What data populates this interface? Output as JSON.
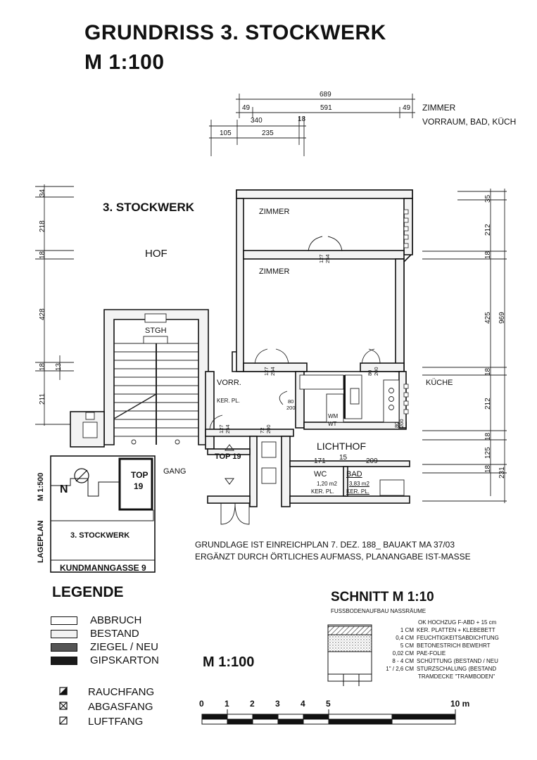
{
  "title": {
    "line1": "GRUNDRISS   3. STOCKWERK",
    "line2": "M 1:100"
  },
  "top_dims": {
    "d689": "689",
    "d49a": "49",
    "d591": "591",
    "d49b": "49",
    "d340": "340",
    "d18": "18",
    "d105": "105",
    "d235": "235"
  },
  "top_note": {
    "line1": "ZIMMER",
    "line2": "VORRAUM, BAD, KÜCH"
  },
  "left_dims": {
    "d34": "34",
    "d218": "218",
    "d18a": "18",
    "d428": "428",
    "d18b": "18",
    "d13": "13",
    "d211": "211"
  },
  "right_dims": {
    "d35": "35",
    "d212a": "212",
    "d18a": "18",
    "d425": "425",
    "d969": "969",
    "d18b": "18",
    "d212b": "212",
    "d18c": "18",
    "d125": "125",
    "d18d": "18",
    "d231": "231"
  },
  "rooms": {
    "floor": "3. STOCKWERK",
    "hof": "HOF",
    "zimmer1": "ZIMMER",
    "zimmer2": "ZIMMER",
    "stgh": "STGH",
    "vorr": "VORR.",
    "kerpl": "KER. PL.",
    "kueche": "KÜCHE",
    "wm": "WM",
    "wt": "WT",
    "lichthof": "LICHTHOF",
    "top19": "TOP 19",
    "gang": "GANG",
    "wc": "WC",
    "wc_area": "1,20 m2",
    "wc_floor": "KER. PL.",
    "bad": "BAD",
    "bad_area": "3,83 m2",
    "bad_floor": "KER. PL."
  },
  "door_dims": {
    "a1": "127",
    "a2": "254",
    "b1": "127",
    "b2": "254",
    "c1": "80",
    "c2": "200",
    "d1": "80",
    "d2": "200",
    "e1": "127",
    "e2": "254",
    "f1": "72",
    "f2": "200",
    "g1": "80",
    "g2": "200"
  },
  "inner_dims": {
    "d171": "171",
    "d15": "15",
    "d209": "209"
  },
  "site_plan": {
    "scale": "M 1:500",
    "n": "N",
    "top": "TOP",
    "top_no": "19",
    "floor": "3. STOCKWERK",
    "label": "LAGEPLAN",
    "street": "KUNDMANNGASSE 9"
  },
  "notes": {
    "line1": "GRUNDLAGE  IST EINREICHPLAN 7. DEZ. 188_  BAUAKT MA 37/03",
    "line2": "ERGÄNZT DURCH ÖRTLICHES AUFMASS, PLANANGABE IST-MASSE"
  },
  "legend": {
    "title": "LEGENDE",
    "items": [
      {
        "label": "ABBRUCH",
        "fill": "#ffffff"
      },
      {
        "label": "BESTAND",
        "fill": "#f2f2f2"
      },
      {
        "label": "ZIEGEL / NEU",
        "fill": "#555555"
      },
      {
        "label": "GIPSKARTON",
        "fill": "#1a1a1a"
      }
    ],
    "symbols": [
      {
        "label": "RAUCHFANG",
        "icon": "half-filled-square"
      },
      {
        "label": "ABGASFANG",
        "icon": "crossed-square"
      },
      {
        "label": "LUFTFANG",
        "icon": "diagonal-square"
      }
    ]
  },
  "scale_label": "M 1:100",
  "scale_bar": {
    "t0": "0",
    "t1": "1",
    "t2": "2",
    "t3": "3",
    "t4": "4",
    "t5": "5",
    "t10": "10 m"
  },
  "section": {
    "title": "SCHNITT  M 1:10",
    "subtitle": "FUSSBODENAUFBAU NASSRÄUME",
    "layers": [
      {
        "thick": "",
        "label": "OK HOCHZUG F-ABD  + 15 cm"
      },
      {
        "thick": "1 CM",
        "label": "KER. PLATTEN + KLEBEBETT"
      },
      {
        "thick": "0,4 CM",
        "label": "FEUCHTIGKEITSABDICHTUNG"
      },
      {
        "thick": "5 CM",
        "label": "BETONESTRICH BEWEHRT"
      },
      {
        "thick": "0,02 CM",
        "label": "PAE-FOLIE"
      },
      {
        "thick": "8 - 4 CM",
        "label": "SCHÜTTUNG (BESTAND / NEU"
      },
      {
        "thick": "1\" / 2,6 CM",
        "label": "STURZSCHALUNG  (BESTAND"
      },
      {
        "thick": "",
        "label": "TRAMDECKE \"TRAMBODEN\""
      }
    ]
  }
}
